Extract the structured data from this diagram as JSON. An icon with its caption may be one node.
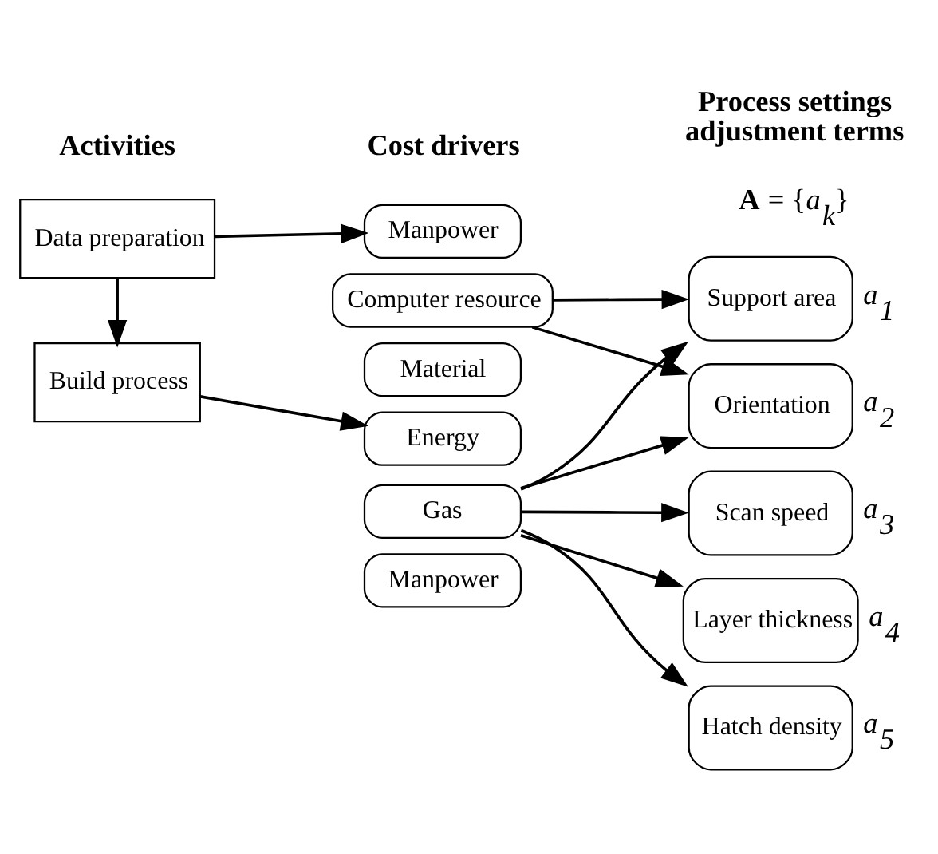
{
  "diagram": {
    "nodes": [
      {
        "text": [
          "Data preparation"
        ]
      },
      {
        "text": [
          "Build process"
        ]
      },
      {
        "text": [
          "Manpower"
        ]
      },
      {
        "text": [
          "Computer resource"
        ]
      },
      {
        "text": [
          "Material"
        ]
      },
      {
        "text": [
          "Energy"
        ]
      },
      {
        "text": [
          "Gas"
        ]
      },
      {
        "text": [
          "Manpower"
        ]
      },
      {
        "text": [
          "Support area"
        ],
        "beside": [
          "*a*$_{1}$"
        ]
      },
      {
        "text": [
          "Orientation"
        ],
        "beside": [
          "*a*$_{2}$"
        ]
      },
      {
        "text": [
          "Scan speed"
        ],
        "beside": [
          "*a*$_{3}$"
        ]
      },
      {
        "text": [
          "Layer thickness"
        ],
        "beside": [
          "*a*$_{4}$"
        ]
      },
      {
        "text": [
          "Hatch density"
        ],
        "beside": [
          "*a*$_{5}$"
        ]
      }
    ],
    "edges": [
      {
        "from": 0,
        "to": 1,
        "arrow": "to"
      },
      {
        "from": 0,
        "to": 2,
        "arrow": "to"
      },
      {
        "from": 1,
        "to": 5,
        "arrow": "to"
      },
      {
        "from": 3,
        "to": 8,
        "arrow": "to"
      },
      {
        "from": 3,
        "to": 9,
        "arrow": "to"
      },
      {
        "from": 6,
        "to": 8,
        "arrow": "to"
      },
      {
        "from": 6,
        "to": 9,
        "arrow": "to"
      },
      {
        "from": 6,
        "to": 10,
        "arrow": "to"
      },
      {
        "from": 6,
        "to": 11,
        "arrow": "to"
      },
      {
        "from": 6,
        "to": 12,
        "arrow": "to"
      }
    ],
    "labels": [
      "Activities",
      "Cost drivers",
      "Process settings adjustment terms",
      "**A** = {*a*$_{k}$}"
    ]
  }
}
